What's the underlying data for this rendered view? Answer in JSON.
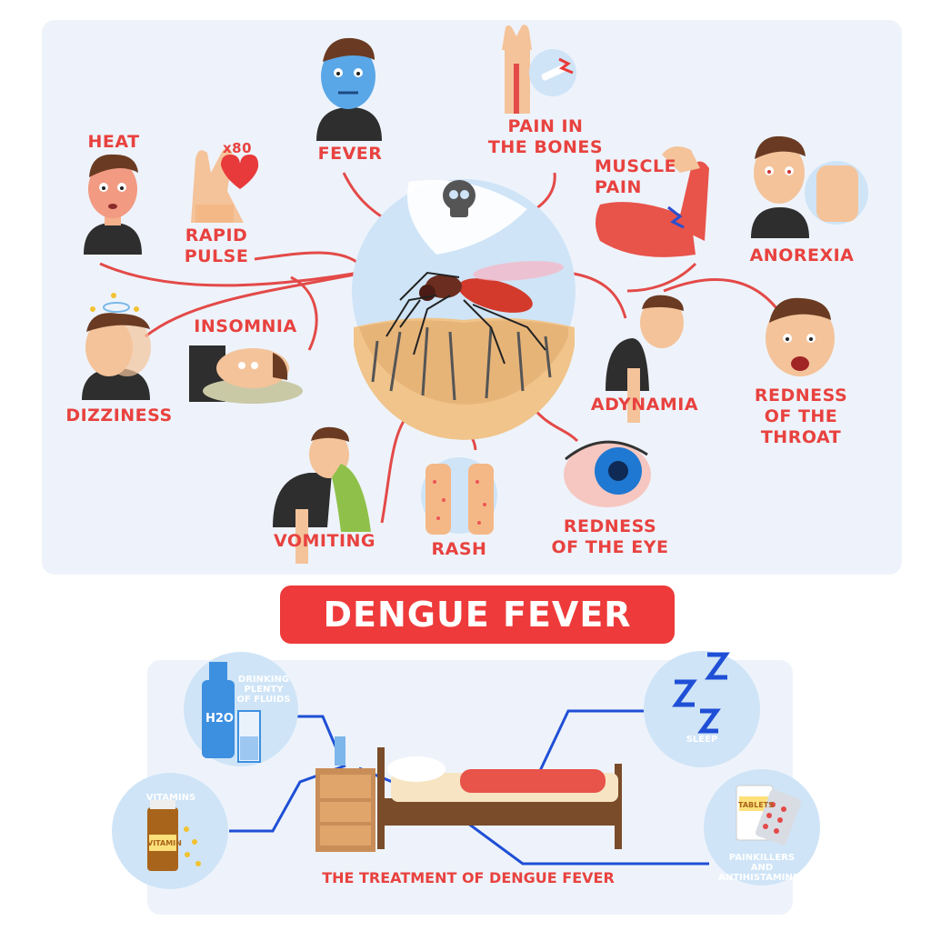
{
  "title": "DENGUE FEVER",
  "symptoms": {
    "heat": "HEAT",
    "rapid_pulse": "RAPID\nPULSE",
    "pulse_count": "x80",
    "fever": "FEVER",
    "bone_pain": "PAIN IN\nTHE BONES",
    "muscle_pain": "MUSCLE\nPAIN",
    "anorexia": "ANOREXIA",
    "insomnia": "INSOMNIA",
    "dizziness": "DIZZINESS",
    "adynamia": "ADYNAMIA",
    "throat": "REDNESS\nOF THE\nTHROAT",
    "vomiting": "VOMITING",
    "rash": "RASH",
    "eye": "REDNESS\nOF THE EYE"
  },
  "treatment": {
    "title": "THE TREATMENT OF DENGUE FEVER",
    "fluids": "DRINKING\nPLENTY\nOF FLUIDS",
    "h2o": "H2O",
    "sleep": "SLEEP",
    "vitamins": "VITAMINS",
    "vitamin_jar": "VITAMIN",
    "painkillers": "PAINKILLERS\nAND\nANTIHISTAMINES",
    "tablets": "TABLETS"
  },
  "colors": {
    "accent": "#e8423f",
    "connector_red": "#e34a48",
    "connector_blue": "#1f4fd6",
    "panel": "#eef3fb",
    "circle": "#cfe4f7"
  },
  "icons": [
    "skull-icon",
    "mosquito-icon",
    "heart-icon",
    "bone-icon",
    "eye-icon",
    "zzz-icon",
    "bed-icon",
    "water-bottle-icon",
    "vitamin-jar-icon",
    "tablets-icon"
  ]
}
